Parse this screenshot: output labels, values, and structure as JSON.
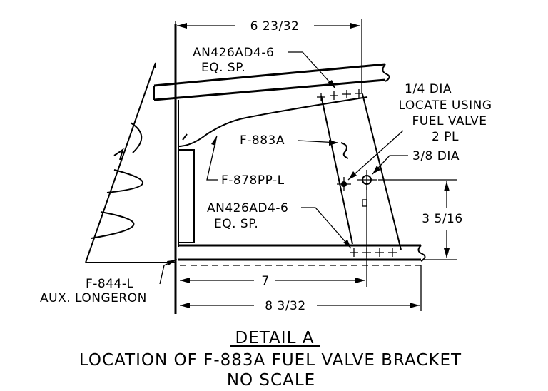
{
  "dimensions": {
    "top_width": "6 23/32",
    "height": "3 5/16",
    "bottom_seven": "7",
    "bottom_total": "8 3/32"
  },
  "callouts": {
    "rivets_top_line1": "AN426AD4-6",
    "rivets_top_line2": "EQ. SP.",
    "hole_line1": "1/4 DIA",
    "hole_line2": "LOCATE USING",
    "hole_line3": "FUEL VALVE",
    "hole_line4": "2 PL",
    "hole_large": "3/8 DIA",
    "bracket": "F-883A",
    "gusset": "F-878PP-L",
    "rivets_bottom_line1": "AN426AD4-6",
    "rivets_bottom_line2": "EQ. SP.",
    "longeron_line1": "F-844-L",
    "longeron_line2": "AUX. LONGERON"
  },
  "caption": {
    "title": "DETAIL A",
    "subtitle": "LOCATION OF F-883A FUEL VALVE BRACKET",
    "scale_note": "NO SCALE"
  }
}
